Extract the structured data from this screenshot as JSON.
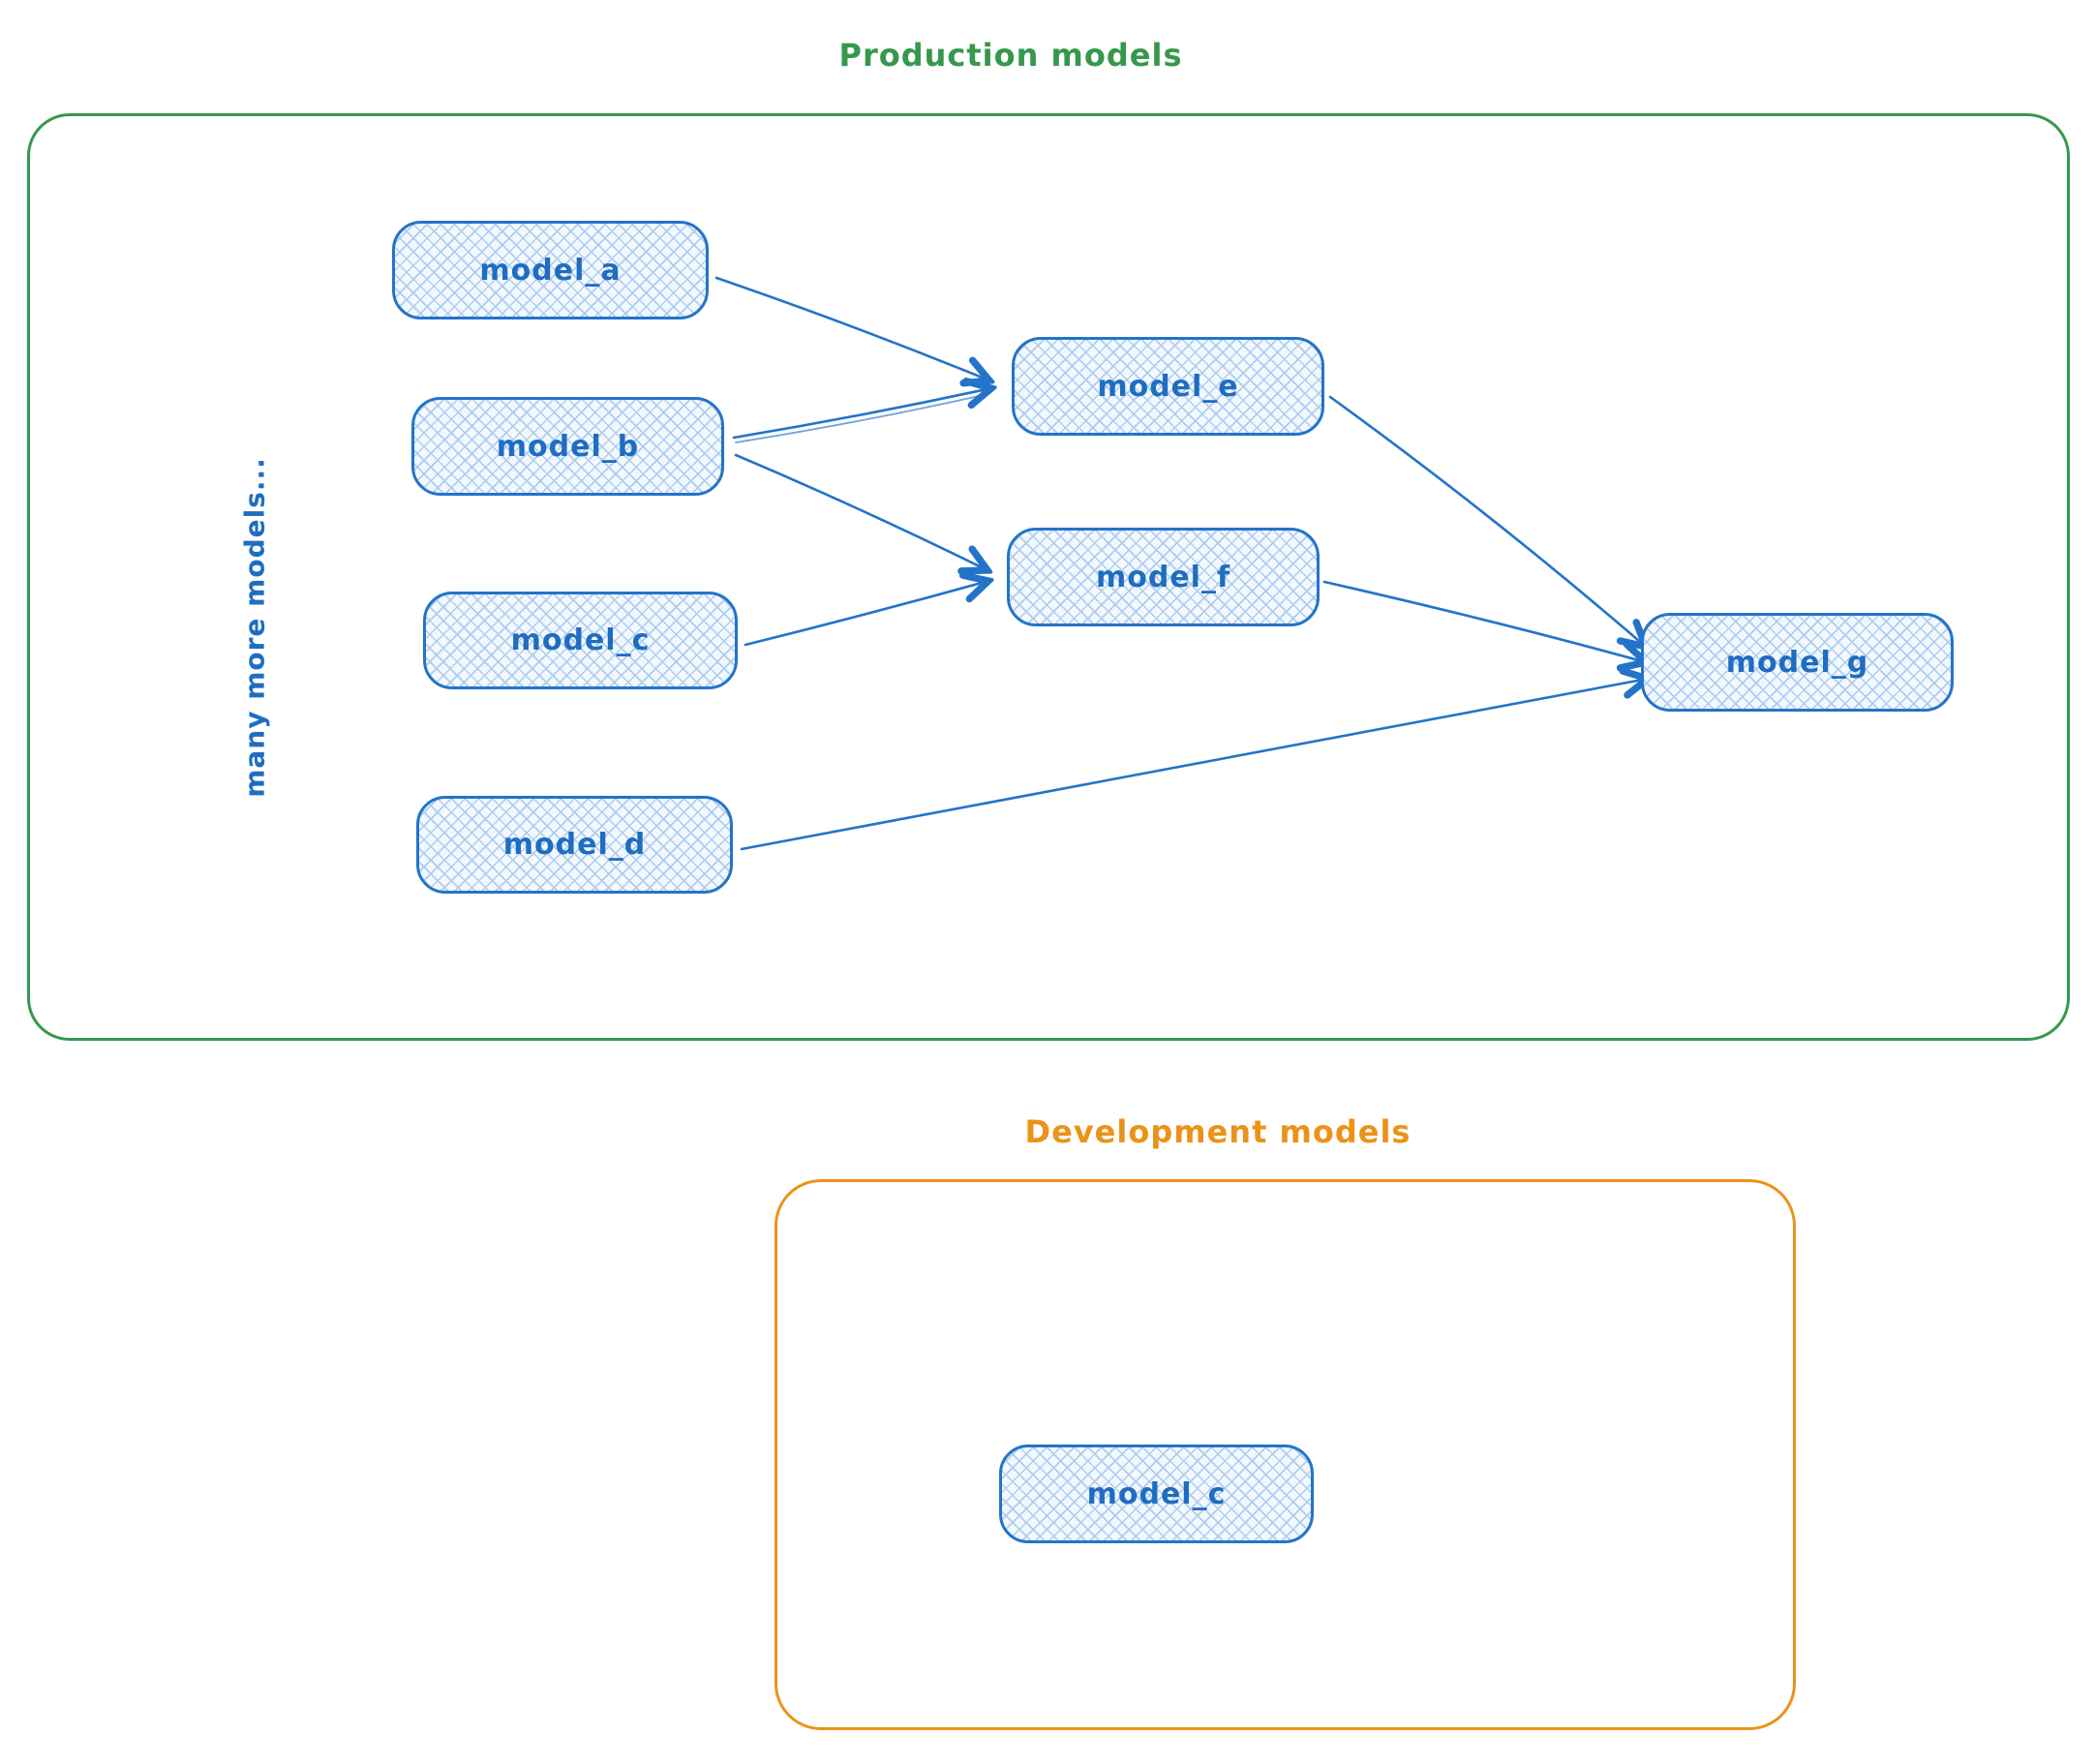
{
  "production": {
    "title": "Production models",
    "note": "many more models...",
    "nodes": [
      {
        "id": "model_a",
        "label": "model_a"
      },
      {
        "id": "model_b",
        "label": "model_b"
      },
      {
        "id": "model_c",
        "label": "model_c"
      },
      {
        "id": "model_d",
        "label": "model_d"
      },
      {
        "id": "model_e",
        "label": "model_e"
      },
      {
        "id": "model_f",
        "label": "model_f"
      },
      {
        "id": "model_g",
        "label": "model_g"
      }
    ]
  },
  "development": {
    "title": "Development models",
    "nodes": [
      {
        "id": "model_c_dev",
        "label": "model_c"
      }
    ]
  },
  "edges": [
    {
      "from": "model_a",
      "to": "model_e"
    },
    {
      "from": "model_b",
      "to": "model_e"
    },
    {
      "from": "model_b",
      "to": "model_f"
    },
    {
      "from": "model_c",
      "to": "model_f"
    },
    {
      "from": "model_e",
      "to": "model_g"
    },
    {
      "from": "model_f",
      "to": "model_g"
    },
    {
      "from": "model_d",
      "to": "model_g"
    }
  ],
  "colors": {
    "node_stroke": "#2374c9",
    "node_fill": "#f2f8fd",
    "hatch": "#aecdf0",
    "production_accent": "#36984d",
    "development_accent": "#ec9218",
    "label_text": "#1f6dc2"
  }
}
